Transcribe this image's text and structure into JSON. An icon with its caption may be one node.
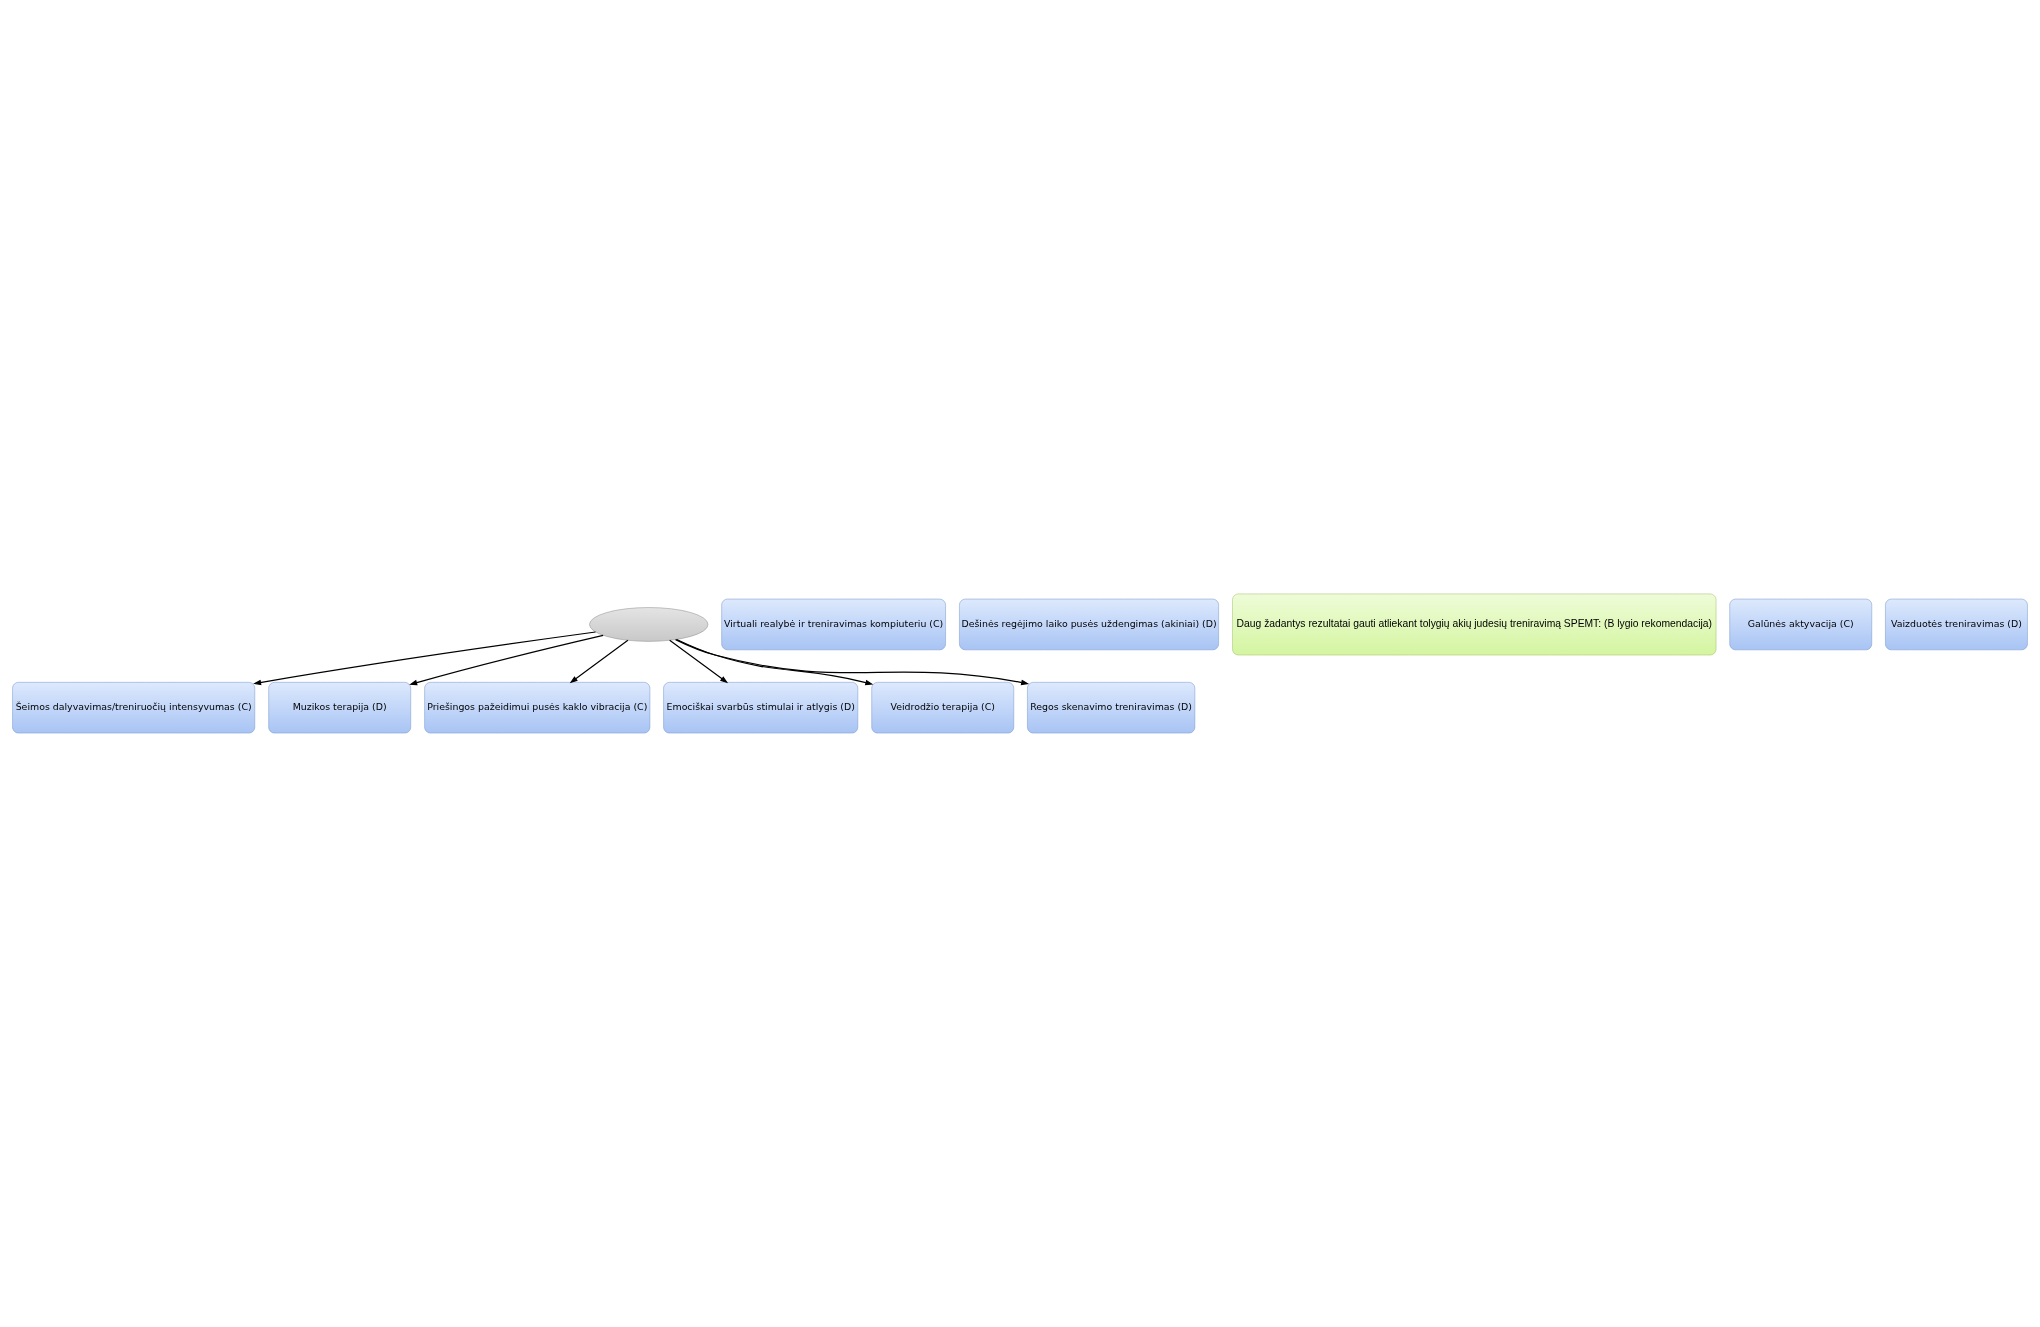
{
  "diagram": {
    "nodes": [
      {
        "text": [
          "Šeimos dalyvavimas/treniruočių intensyvumas (C)"
        ]
      },
      {
        "text": [
          "Muzikos terapija (D)"
        ]
      },
      {
        "text": [
          "Priešingos pažeidimui pusės kaklo vibracija (C)"
        ]
      },
      {
        "text": [
          "Virtuali realybė ir treniravimas kompiuteriu (C)"
        ]
      },
      {
        "text": [
          "Dešinės regėjimo laiko pusės uždengimas (akiniai) (D)"
        ]
      },
      {
        "text": [],
        "shape": "ellipse"
      },
      {
        "text": [
          "Daug žadantys rezultatai gauti atliekant tolygių akių judesių treniravimą SPEMT: (B lygio rekomendacija)"
        ]
      },
      {
        "text": [
          "Galūnės aktyvacija (C)"
        ]
      },
      {
        "text": [
          "Vaizduotės treniravimas (D)"
        ]
      },
      {
        "text": [
          "Emociškai svarbūs stimulai ir atlygis (D)"
        ]
      },
      {
        "text": [
          "Veidrodžio terapija (C)"
        ]
      },
      {
        "text": [
          "Regos skenavimo treniravimas (D)"
        ]
      }
    ],
    "edges": [
      {
        "from": 5,
        "to": 0,
        "arrow": "to"
      },
      {
        "from": 5,
        "to": 1,
        "arrow": "to"
      },
      {
        "from": 5,
        "to": 2,
        "arrow": "to"
      },
      {
        "from": 5,
        "to": 9,
        "arrow": "to"
      },
      {
        "from": 5,
        "to": 10,
        "arrow": "to"
      },
      {
        "from": 5,
        "to": 11,
        "arrow": "to"
      }
    ]
  }
}
